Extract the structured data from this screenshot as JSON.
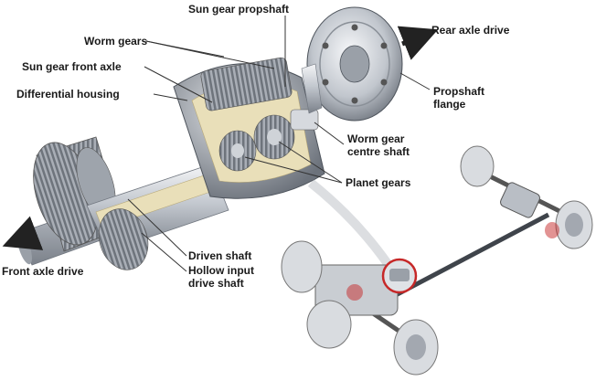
{
  "labels": {
    "sun_gear_propshaft": "Sun gear propshaft",
    "worm_gears": "Worm gears",
    "sun_gear_front_axle": "Sun gear front axle",
    "differential_housing": "Differential housing",
    "rear_axle_drive": "Rear axle drive",
    "propshaft_flange_line1": "Propshaft",
    "propshaft_flange_line2": "flange",
    "worm_gear_centre_line1": "Worm gear",
    "worm_gear_centre_line2": "centre shaft",
    "planet_gears": "Planet gears",
    "front_axle_drive": "Front axle drive",
    "driven_shaft": "Driven shaft",
    "hollow_input_line1": "Hollow input",
    "hollow_input_line2": "drive shaft"
  },
  "colors": {
    "steel_light": "#e6e8ec",
    "steel_mid": "#b7bcc4",
    "steel_dark": "#6f757e",
    "cutaway": "#e9dfb9",
    "callout": "#c62828",
    "leader": "#333333"
  }
}
